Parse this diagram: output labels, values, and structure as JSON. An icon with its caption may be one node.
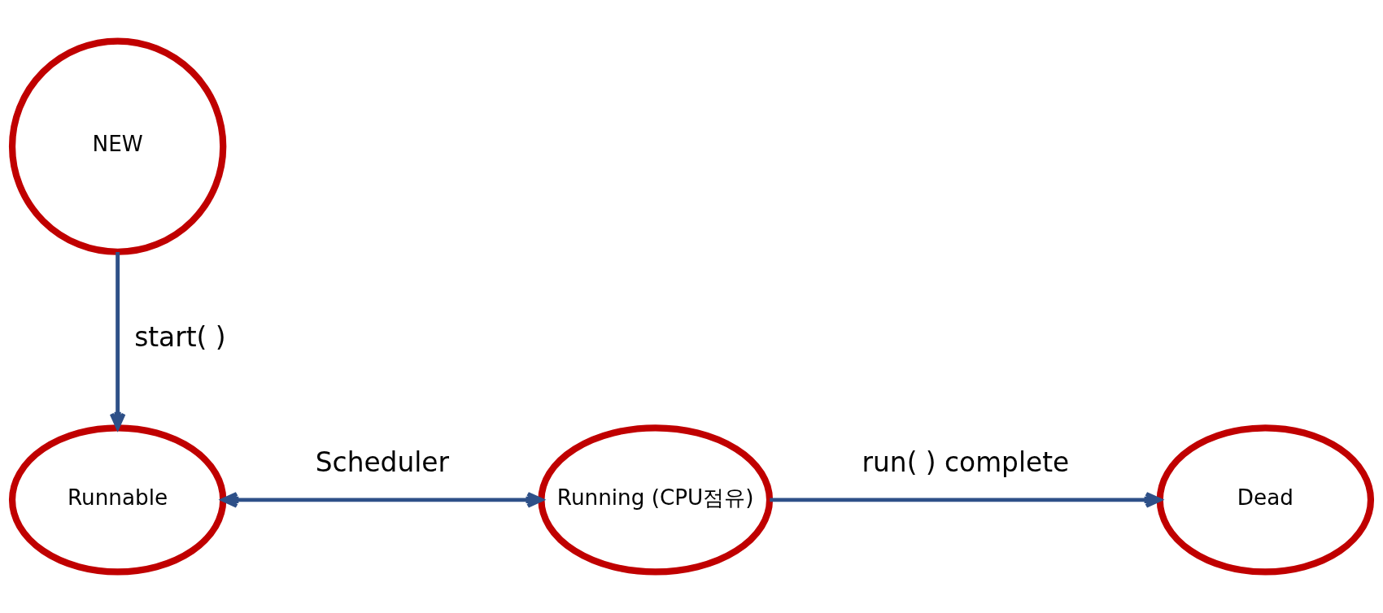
{
  "diagram": {
    "nodes": [
      {
        "text": [
          "NEW"
        ]
      },
      {
        "text": [
          "Runnable"
        ]
      },
      {
        "text": [
          "Running (CPU점유)"
        ]
      },
      {
        "text": [
          "Dead"
        ]
      }
    ],
    "edges": [
      {
        "from": 0,
        "to": 1,
        "arrow": "to",
        "label": "start( )"
      },
      {
        "from": 1,
        "to": 2,
        "arrow": "both",
        "label": "Scheduler"
      },
      {
        "from": 2,
        "to": 3,
        "arrow": "to",
        "label": "run( ) complete"
      }
    ]
  }
}
